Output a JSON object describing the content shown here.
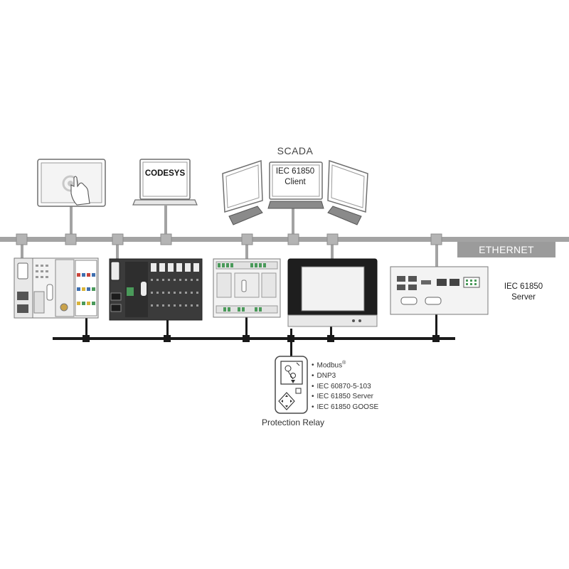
{
  "labels": {
    "scada": "SCADA",
    "codesys": "CODESYS",
    "client_line1": "IEC 61850",
    "client_line2": "Client",
    "ethernet": "ETHERNET",
    "server_line1": "IEC 61850",
    "server_line2": "Server",
    "protection_relay": "Protection Relay"
  },
  "protocols": [
    {
      "name": "Modbus",
      "suffix": "®"
    },
    {
      "name": "DNP3",
      "suffix": ""
    },
    {
      "name": "IEC 60870-5-103",
      "suffix": ""
    },
    {
      "name": "IEC 61850 Server",
      "suffix": ""
    },
    {
      "name": "IEC 61850 GOOSE",
      "suffix": ""
    }
  ],
  "colors": {
    "ethernet_bus": "#a3a3a3",
    "ethernet_label_bg": "#9b9b9b",
    "fieldbus": "#1a1a1a",
    "device_outline": "#7a7a7a",
    "terminal_red": "#c9443a",
    "terminal_blue": "#3f6fb0",
    "terminal_yellow": "#d9b43a",
    "terminal_green": "#4a9a5a"
  },
  "icons": {
    "touch_panel": "hand-touch-icon",
    "laptop": "laptop-icon",
    "scada_workstation": "multi-monitor-icon",
    "relay": "protection-relay-icon"
  }
}
